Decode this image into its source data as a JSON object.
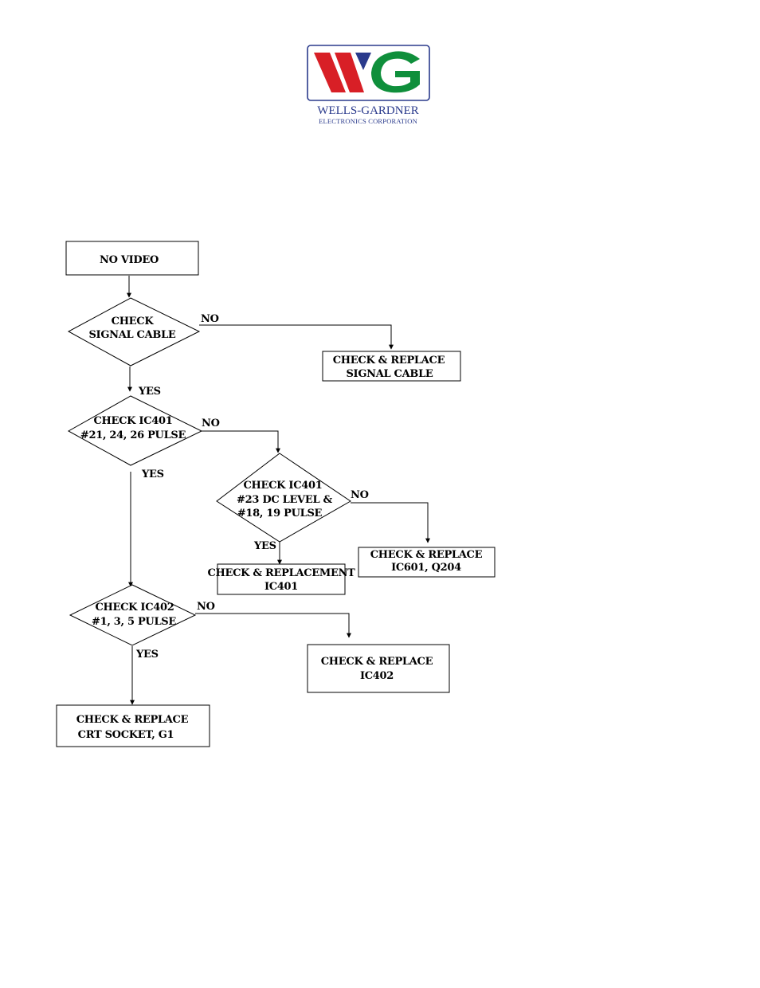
{
  "logo": {
    "monogram": "WG",
    "company_name": "WELLS-GARDNER",
    "company_sub": "ELECTRONICS CORPORATION",
    "colors": {
      "red": "#d81f26",
      "green": "#0f8f3b",
      "blue": "#2a3a8c",
      "border": "#2a3a8c"
    }
  },
  "flowchart": {
    "nodes": {
      "start": {
        "lines": [
          "NO VIDEO"
        ]
      },
      "check_signal_cable": {
        "lines": [
          "CHECK",
          "SIGNAL CABLE"
        ]
      },
      "replace_signal_cable": {
        "lines": [
          "CHECK & REPLACE",
          "SIGNAL CABLE"
        ]
      },
      "check_ic401_pulse": {
        "lines": [
          "CHECK IC401",
          "#21, 24, 26 PULSE"
        ]
      },
      "check_ic401_dc": {
        "lines": [
          "CHECK IC401",
          "#23 DC LEVEL &",
          "#18, 19 PULSE"
        ]
      },
      "replace_ic601": {
        "lines": [
          "CHECK & REPLACE",
          "IC601, Q204"
        ]
      },
      "replace_ic401": {
        "lines": [
          "CHECK & REPLACEMENT",
          "IC401"
        ]
      },
      "check_ic402": {
        "lines": [
          "CHECK IC402",
          "#1, 3, 5 PULSE"
        ]
      },
      "replace_ic402": {
        "lines": [
          "CHECK & REPLACE",
          "IC402"
        ]
      },
      "replace_crt": {
        "lines": [
          "CHECK & REPLACE",
          "CRT SOCKET, G1"
        ]
      }
    },
    "edge_labels": {
      "signal_no": "NO",
      "signal_yes": "YES",
      "ic401_pulse_no": "NO",
      "ic401_pulse_yes": "YES",
      "ic401_dc_no": "NO",
      "ic401_dc_yes": "YES",
      "ic402_no": "NO",
      "ic402_yes": "YES"
    }
  }
}
